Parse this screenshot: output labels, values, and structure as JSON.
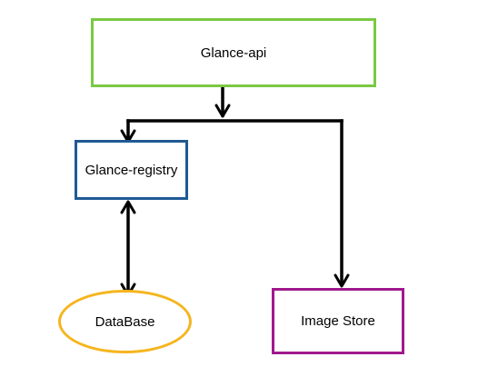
{
  "diagram": {
    "nodes": {
      "glance_api": {
        "label": "Glance-api",
        "border_color": "#7ac943",
        "shape": "rectangle"
      },
      "glance_registry": {
        "label": "Glance-registry",
        "border_color": "#1f5a94",
        "shape": "rectangle"
      },
      "database": {
        "label": "DataBase",
        "border_color": "#f5b51e",
        "shape": "ellipse"
      },
      "image_store": {
        "label": "Image Store",
        "border_color": "#a0198c",
        "shape": "rectangle"
      }
    },
    "edges": [
      {
        "from": "glance_api",
        "to": "glance_registry",
        "direction": "forward"
      },
      {
        "from": "glance_api",
        "to": "image_store",
        "direction": "forward"
      },
      {
        "from": "glance_registry",
        "to": "database",
        "direction": "bidirectional"
      }
    ],
    "connector_color": "#000000"
  }
}
